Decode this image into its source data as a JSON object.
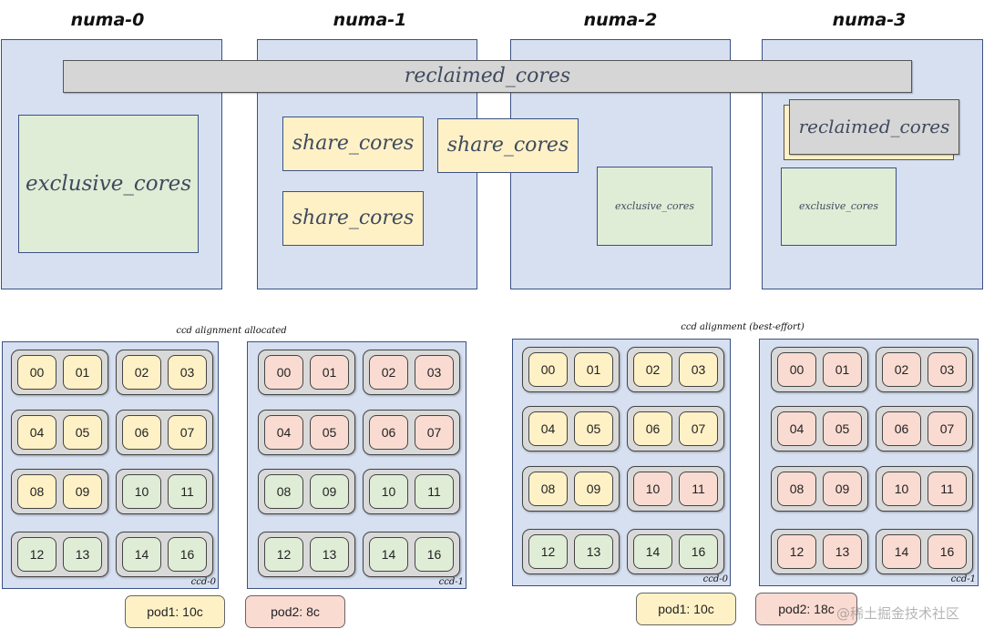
{
  "numa_labels": [
    "numa-0",
    "numa-1",
    "numa-2",
    "numa-3"
  ],
  "reclaimed_label": "reclaimed_cores",
  "numa3_reclaimed_label": "reclaimed_cores",
  "share_label": "share_cores",
  "exclusive_label": "exclusive_cores",
  "captions": {
    "left": "ccd alignment allocated",
    "right": "ccd alignment (best-effort)"
  },
  "ccd_labels": [
    "ccd-0",
    "ccd-1"
  ],
  "core_ids": [
    "00",
    "01",
    "02",
    "03",
    "04",
    "05",
    "06",
    "07",
    "08",
    "09",
    "10",
    "11",
    "12",
    "13",
    "14",
    "16"
  ],
  "colors": {
    "pod1_yellow": "#fff1c6",
    "pod2_red": "#fadbd2",
    "free_green": "#dfedd6",
    "numa_blue": "#d6e0f1",
    "reclaimed_gray": "#d6d6d6"
  },
  "groups": {
    "left": {
      "ccd0": [
        "y",
        "y",
        "y",
        "y",
        "y",
        "y",
        "y",
        "y",
        "y",
        "y",
        "g",
        "g",
        "g",
        "g",
        "g",
        "g"
      ],
      "ccd1": [
        "r",
        "r",
        "r",
        "r",
        "r",
        "r",
        "r",
        "r",
        "g",
        "g",
        "g",
        "g",
        "g",
        "g",
        "g",
        "g"
      ]
    },
    "right": {
      "ccd0": [
        "y",
        "y",
        "y",
        "y",
        "y",
        "y",
        "y",
        "y",
        "y",
        "y",
        "r",
        "r",
        "g",
        "g",
        "g",
        "g"
      ],
      "ccd1": [
        "r",
        "r",
        "r",
        "r",
        "r",
        "r",
        "r",
        "r",
        "r",
        "r",
        "r",
        "r",
        "r",
        "r",
        "r",
        "r"
      ]
    }
  },
  "pods": {
    "left_pod1": "pod1: 10c",
    "left_pod2": "pod2: 8c",
    "right_pod1": "pod1: 10c",
    "right_pod2": "pod2: 18c"
  },
  "watermark": "@稀土掘金技术社区"
}
